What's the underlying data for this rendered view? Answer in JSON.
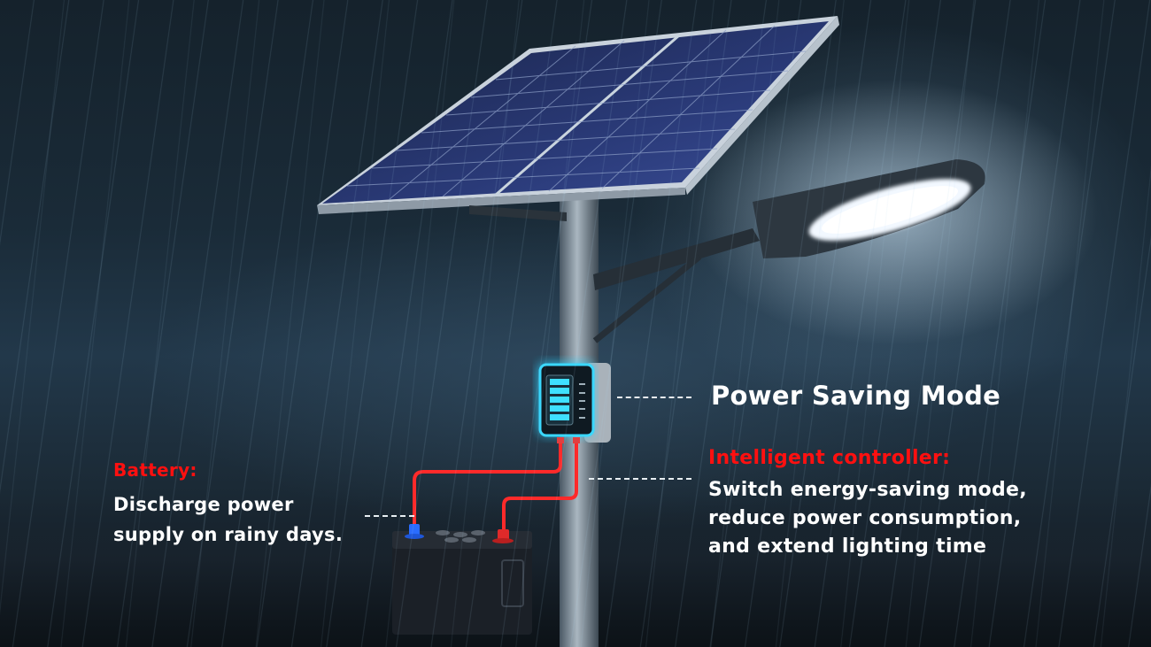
{
  "scene": {
    "description": "Solar street light on a pole in heavy rain at night, with a solar panel on top, a glowing LED lamp head, a blue-lit controller box mounted on the pole and a battery at its base connected by red wires",
    "colors": {
      "background_dark": "#152330",
      "accent_red": "#ff1010",
      "controller_glow": "#2ad4ff",
      "lamp_light": "#f2f8ff",
      "text_white": "#ffffff"
    }
  },
  "callouts": {
    "power_saving": {
      "title": "Power Saving Mode"
    },
    "controller": {
      "title": "Intelligent controller:",
      "lines": [
        "Switch energy-saving mode,",
        "reduce power consumption,",
        "and extend lighting time"
      ]
    },
    "battery": {
      "title": "Battery:",
      "lines": [
        "Discharge power",
        "supply on rainy days."
      ]
    }
  },
  "icons": {
    "solar_panel": "solar-panel-icon",
    "street_lamp": "street-lamp-icon",
    "controller": "controller-box-icon",
    "battery": "battery-icon"
  }
}
